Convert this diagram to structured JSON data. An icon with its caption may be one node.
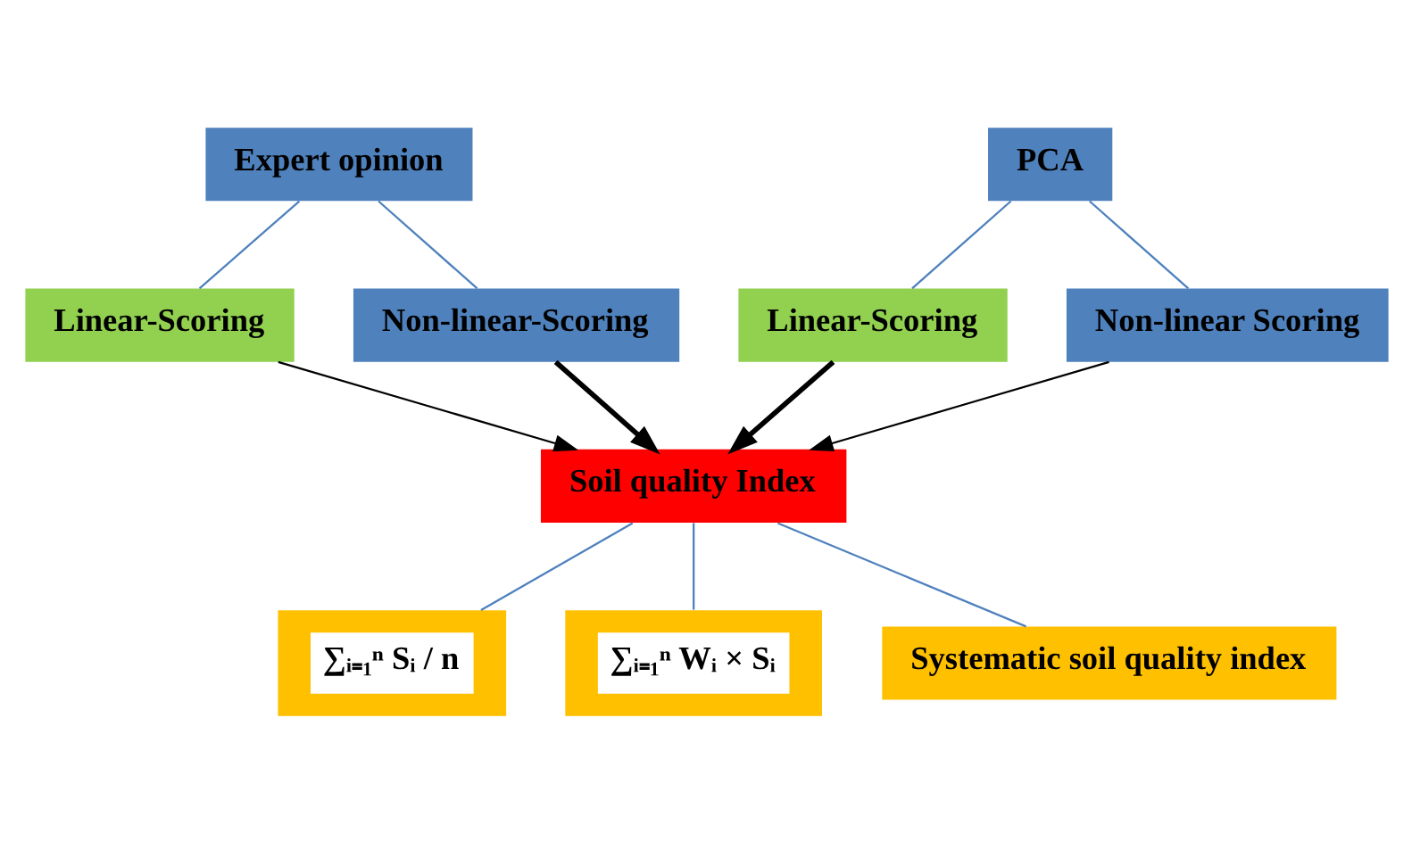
{
  "diagram": {
    "nodes": [
      {
        "text": [
          "Expert opinion"
        ]
      },
      {
        "text": [
          "Linear-Scoring"
        ]
      },
      {
        "text": [
          "Non-linear-Scoring"
        ]
      },
      {
        "text": [
          "PCA"
        ]
      },
      {
        "text": [
          "Linear-Scoring"
        ]
      },
      {
        "text": [
          "Non-linear Scoring"
        ]
      },
      {
        "text": [
          "Soil quality Index"
        ]
      },
      {
        "text": [
          "∑ᵢ₌₁ⁿ Sᵢ / n"
        ]
      },
      {
        "text": [
          "∑ᵢ₌₁ⁿ Wᵢ × Sᵢ"
        ]
      },
      {
        "text": [
          "Systematic soil quality index"
        ]
      }
    ],
    "edges": [
      {
        "from": 0,
        "to": 1,
        "arrow": "none"
      },
      {
        "from": 0,
        "to": 2,
        "arrow": "none"
      },
      {
        "from": 3,
        "to": 4,
        "arrow": "none"
      },
      {
        "from": 3,
        "to": 5,
        "arrow": "none"
      },
      {
        "from": 1,
        "to": 6,
        "arrow": "to",
        "color": "#000000"
      },
      {
        "from": 2,
        "to": 6,
        "arrow": "to",
        "style": "thick",
        "color": "#000000"
      },
      {
        "from": 4,
        "to": 6,
        "arrow": "to",
        "style": "thick",
        "color": "#000000"
      },
      {
        "from": 5,
        "to": 6,
        "arrow": "to",
        "color": "#000000"
      },
      {
        "from": 6,
        "to": 7,
        "arrow": "none"
      },
      {
        "from": 6,
        "to": 8,
        "arrow": "none"
      },
      {
        "from": 6,
        "to": 9,
        "arrow": "none"
      }
    ]
  }
}
